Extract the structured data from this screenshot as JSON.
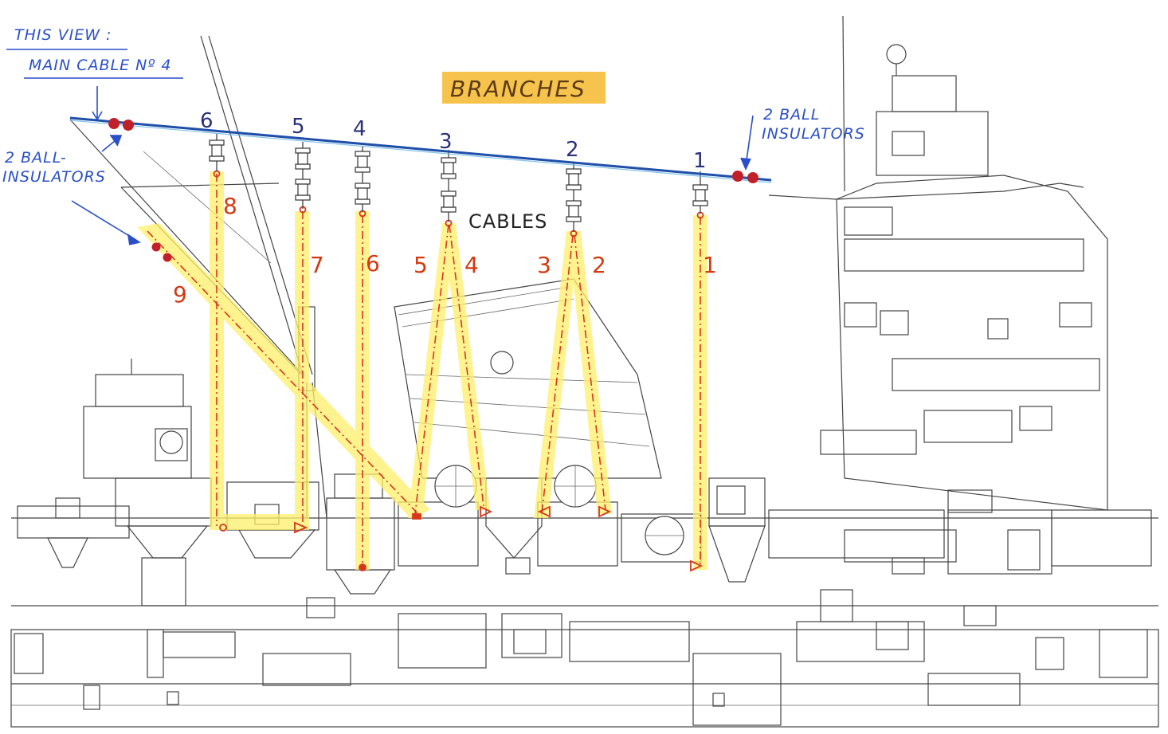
{
  "notes": {
    "this_view": "THIS VIEW :",
    "main_cable": "MAIN CABLE Nº 4",
    "branches": "BRANCHES",
    "cables": "CABLES",
    "insulators_left_1": "2 BALL-",
    "insulators_left_2": "INSULATORS",
    "insulators_right_1": "2 BALL",
    "insulators_right_2": "INSULATORS"
  },
  "branches": [
    "6",
    "5",
    "4",
    "3",
    "2",
    "1"
  ],
  "cables": [
    "8",
    "7",
    "6",
    "5",
    "4",
    "3",
    "2",
    "1",
    "9"
  ],
  "colors": {
    "main_cable": "#1f4fa8",
    "highlight": "#fff06a",
    "cable_line": "#d8361b",
    "annotation_blue": "#2a4fc9",
    "insulator_ball": "#c0202a",
    "branches_bg": "#f5b82e"
  }
}
